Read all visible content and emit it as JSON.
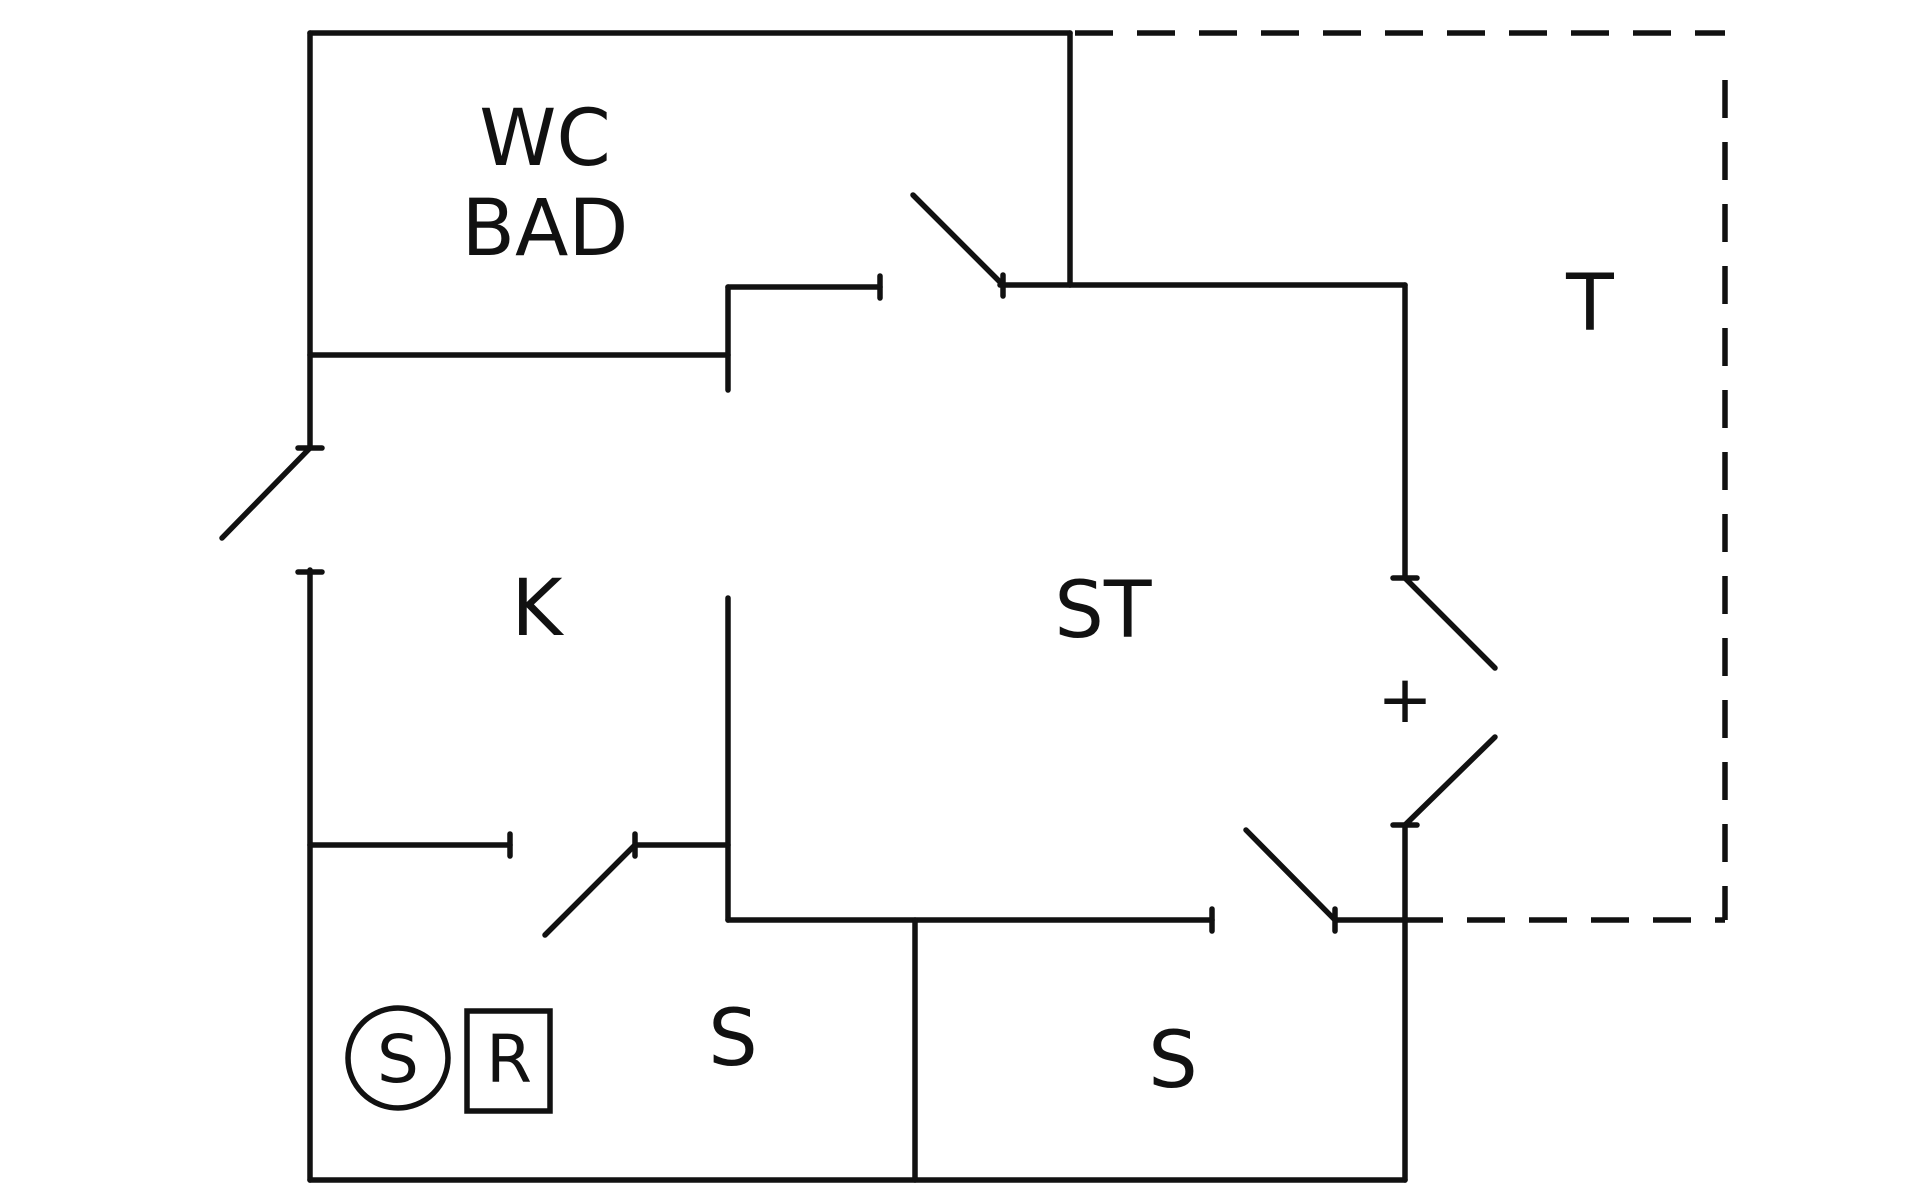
{
  "diagram": {
    "type": "floor-plan",
    "rooms": {
      "wc_bad_line1": "WC",
      "wc_bad_line2": "BAD",
      "kitchen": "K",
      "living": "ST",
      "terrace": "T",
      "bedroom_left": "S",
      "bedroom_right": "S"
    },
    "symbols": {
      "circle_symbol": "S",
      "square_symbol": "R",
      "cross_symbol": "+"
    }
  }
}
